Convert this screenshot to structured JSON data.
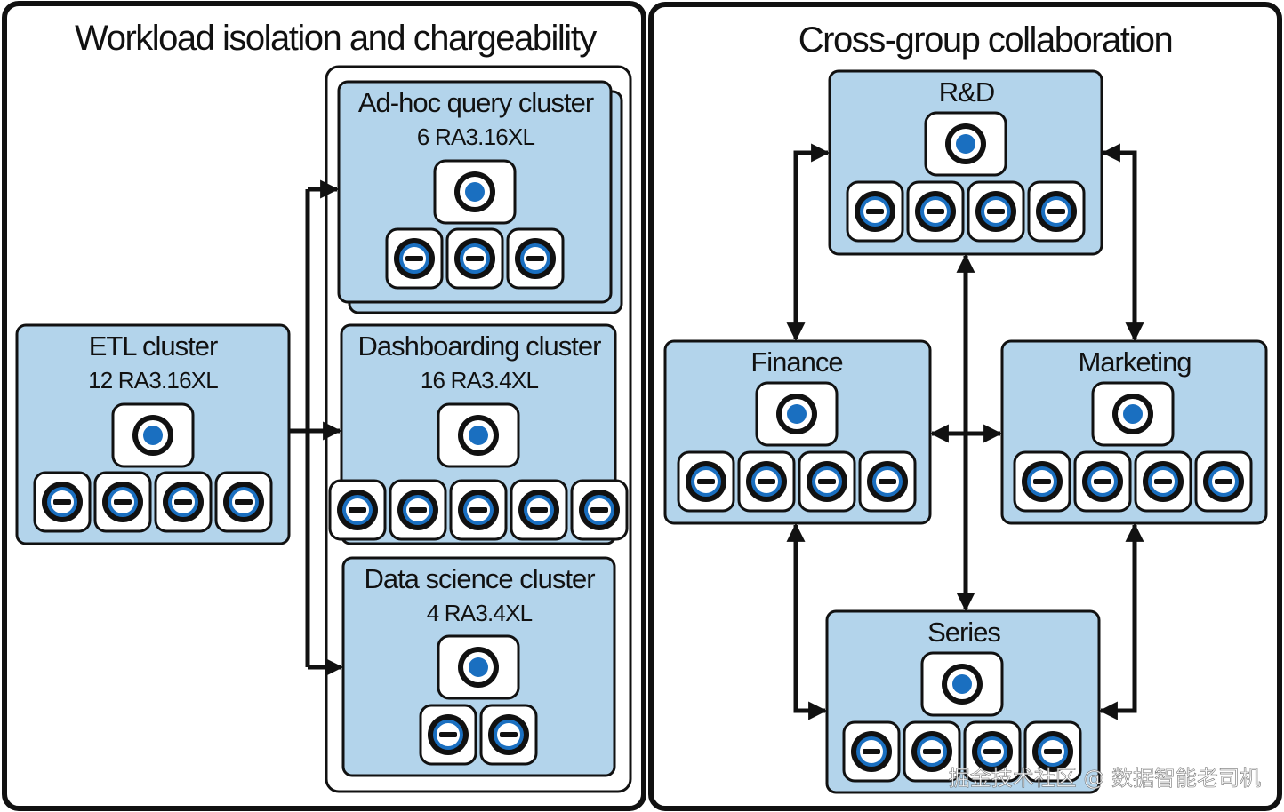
{
  "left_panel": {
    "title": "Workload isolation and chargeability",
    "etl": {
      "title": "ETL cluster",
      "subtitle": "12 RA3.16XL",
      "compute_nodes": 4
    },
    "adhoc": {
      "title": "Ad-hoc query cluster",
      "subtitle": "6 RA3.16XL",
      "compute_nodes": 3
    },
    "dashboarding": {
      "title": "Dashboarding cluster",
      "subtitle": "16 RA3.4XL",
      "compute_nodes": 5
    },
    "datascience": {
      "title": "Data science cluster",
      "subtitle": "4 RA3.4XL",
      "compute_nodes": 2
    }
  },
  "right_panel": {
    "title": "Cross-group collaboration",
    "rnd": {
      "title": "R&D",
      "compute_nodes": 4
    },
    "finance": {
      "title": "Finance",
      "compute_nodes": 4
    },
    "marketing": {
      "title": "Marketing",
      "compute_nodes": 4
    },
    "series": {
      "title": "Series",
      "compute_nodes": 4
    }
  },
  "watermark": "掘金技术社区 @ 数据智能老司机",
  "colors": {
    "cluster_fill": "#b3d4eb",
    "node_accent": "#1a6fc0",
    "stroke": "#111111"
  }
}
